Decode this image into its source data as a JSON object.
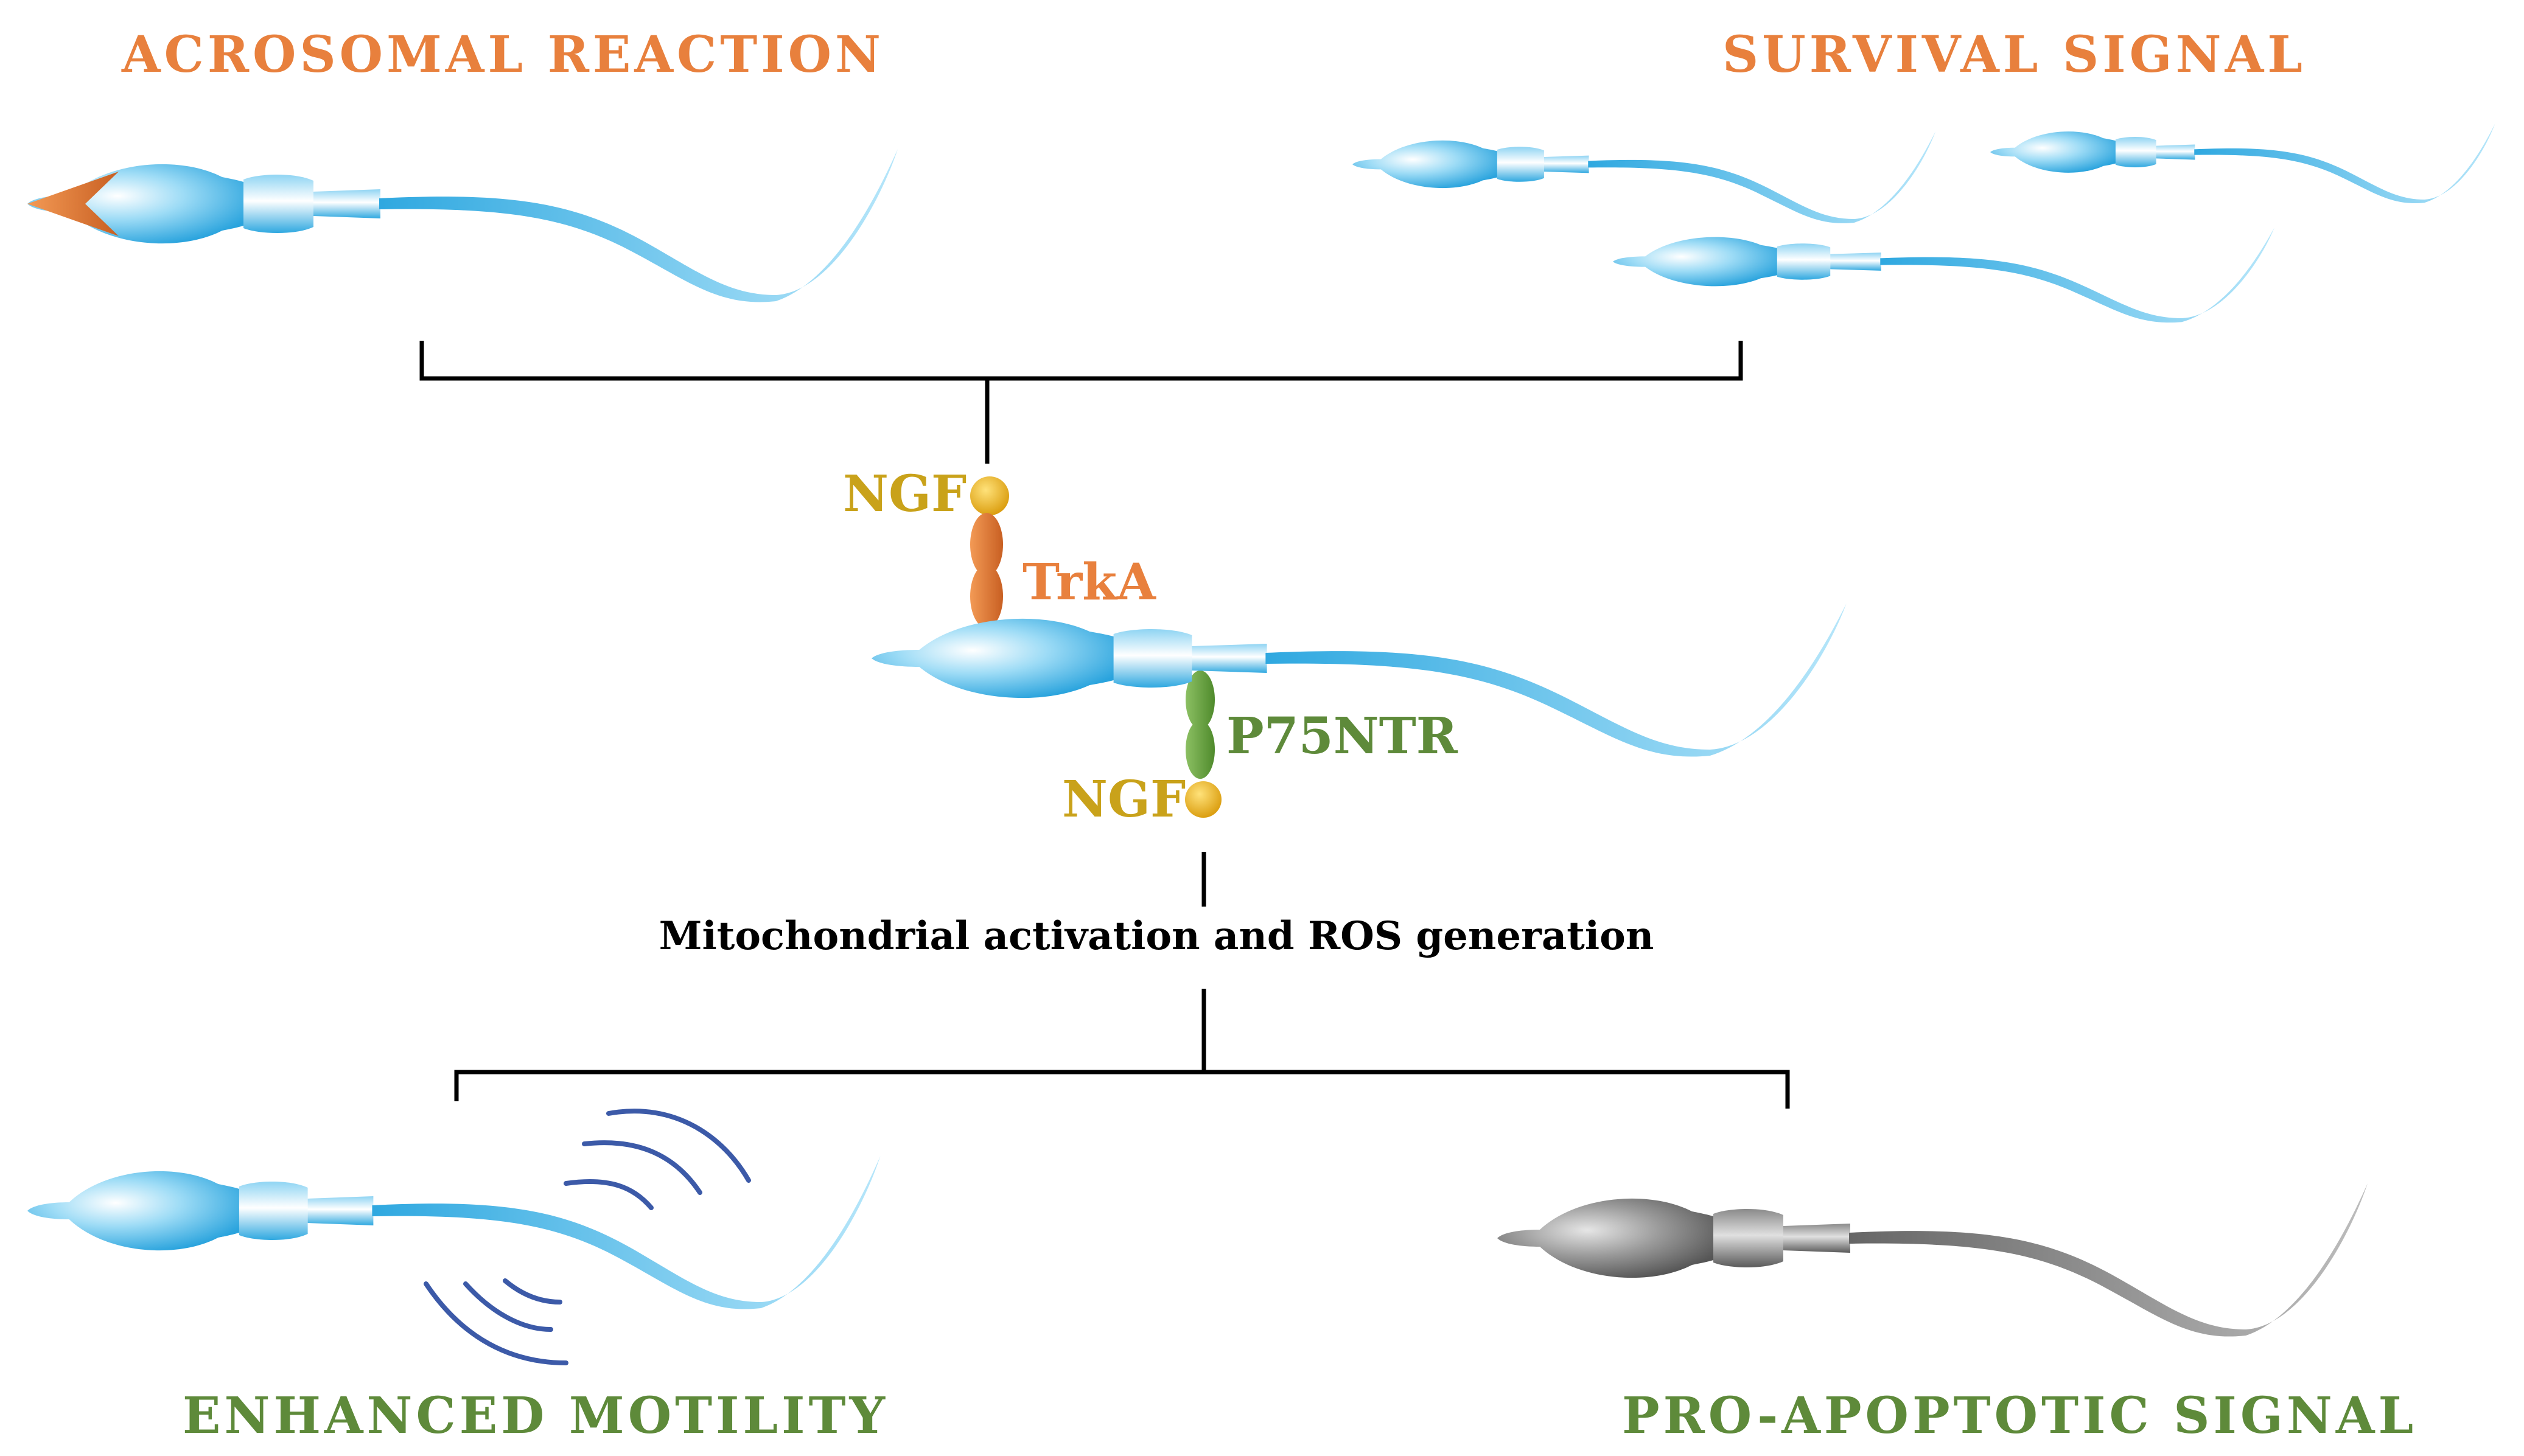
{
  "labels": {
    "acrosomal": "ACROSOMAL REACTION",
    "survival": "SURVIVAL SIGNAL",
    "ngf_top": "NGF",
    "trka": "TrkA",
    "p75ntr": "P75NTR",
    "ngf_bottom": "NGF",
    "mito": "Mitochondrial activation and ROS generation",
    "motility": "ENHANCED MOTILITY",
    "apoptotic": "PRO-APOPTOTIC SIGNAL"
  },
  "colors": {
    "orange": "#E8803D",
    "green": "#5E8A3A",
    "gold": "#C9A21A",
    "blue": "#39B3E6",
    "wave": "#3C5AA8",
    "grey": "#7A7A7A",
    "line": "#000000"
  }
}
